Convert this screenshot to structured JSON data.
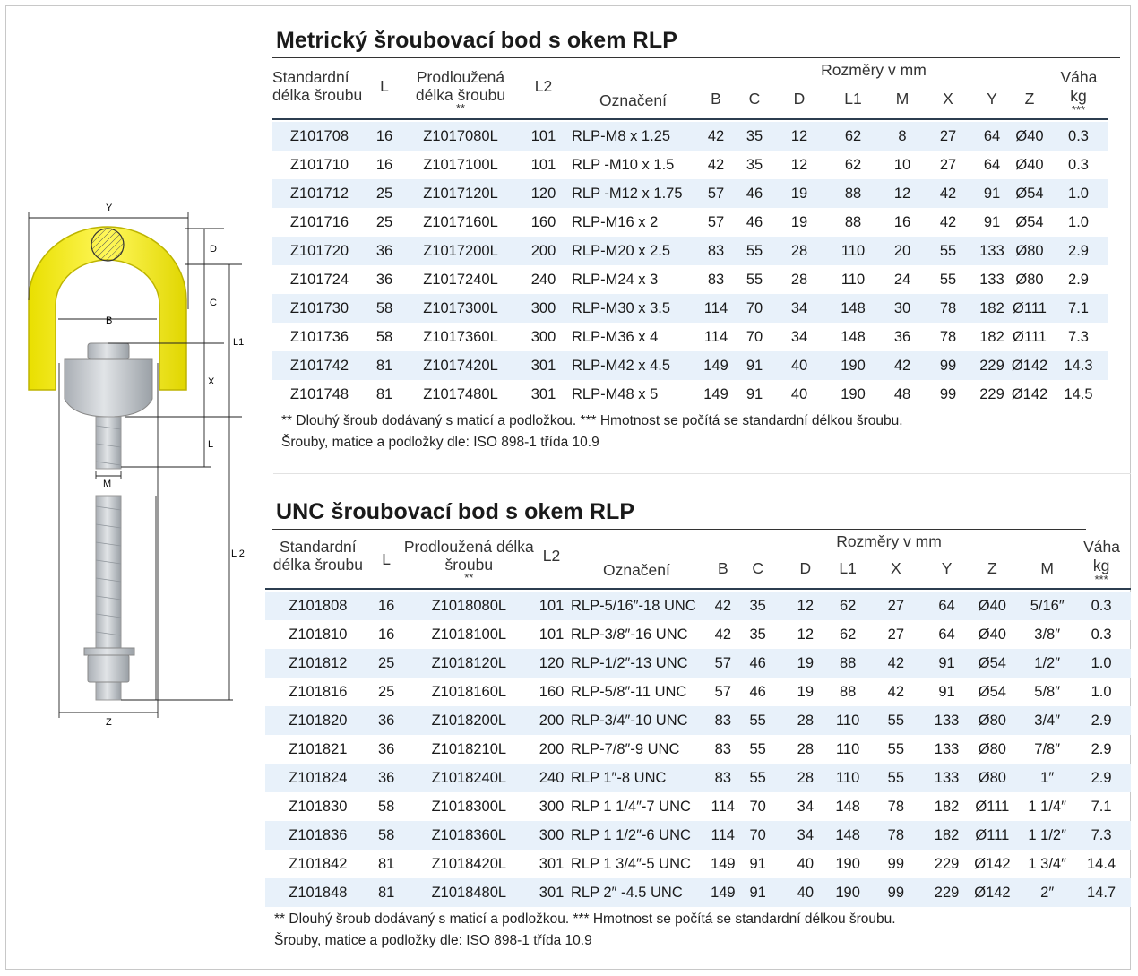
{
  "diagram": {
    "labels": {
      "y": "Y",
      "d": "D",
      "c": "C",
      "b": "B",
      "l1": "L1",
      "x": "X",
      "l": "L",
      "m": "M",
      "l2": "L 2",
      "z": "Z"
    },
    "colors": {
      "ring": "#f5ec1a",
      "ring_edge": "#c8c000",
      "metal": "#c9cdd2",
      "metal_dark": "#9aa0a6"
    }
  },
  "metric": {
    "title": "Metrický šroubovací bod s okem RLP",
    "headers": {
      "std_length": "Standardní délka šroubu",
      "l": "L",
      "ext_length": "Prodloužená délka šroubu",
      "ext_stars": "**",
      "l2": "L2",
      "designation": "Označení",
      "dims_group": "Rozměry v mm",
      "b": "B",
      "c": "C",
      "d": "D",
      "l1": "L1",
      "m": "M",
      "x": "X",
      "y": "Y",
      "z": "Z",
      "weight": "Váha kg",
      "weight_stars": "***"
    },
    "rows": [
      [
        "Z101708",
        "16",
        "Z1017080L",
        "101",
        "RLP-M8 x 1.25",
        "42",
        "35",
        "12",
        "62",
        "8",
        "27",
        "64",
        "Ø40",
        "0.3"
      ],
      [
        "Z101710",
        "16",
        "Z1017100L",
        "101",
        "RLP -M10 x 1.5",
        "42",
        "35",
        "12",
        "62",
        "10",
        "27",
        "64",
        "Ø40",
        "0.3"
      ],
      [
        "Z101712",
        "25",
        "Z1017120L",
        "120",
        "RLP -M12 x 1.75",
        "57",
        "46",
        "19",
        "88",
        "12",
        "42",
        "91",
        "Ø54",
        "1.0"
      ],
      [
        "Z101716",
        "25",
        "Z1017160L",
        "160",
        "RLP-M16 x 2",
        "57",
        "46",
        "19",
        "88",
        "16",
        "42",
        "91",
        "Ø54",
        "1.0"
      ],
      [
        "Z101720",
        "36",
        "Z1017200L",
        "200",
        "RLP-M20 x 2.5",
        "83",
        "55",
        "28",
        "110",
        "20",
        "55",
        "133",
        "Ø80",
        "2.9"
      ],
      [
        "Z101724",
        "36",
        "Z1017240L",
        "240",
        "RLP-M24 x 3",
        "83",
        "55",
        "28",
        "110",
        "24",
        "55",
        "133",
        "Ø80",
        "2.9"
      ],
      [
        "Z101730",
        "58",
        "Z1017300L",
        "300",
        "RLP-M30 x 3.5",
        "114",
        "70",
        "34",
        "148",
        "30",
        "78",
        "182",
        "Ø111",
        "7.1"
      ],
      [
        "Z101736",
        "58",
        "Z1017360L",
        "300",
        "RLP-M36 x 4",
        "114",
        "70",
        "34",
        "148",
        "36",
        "78",
        "182",
        "Ø111",
        "7.3"
      ],
      [
        "Z101742",
        "81",
        "Z1017420L",
        "301",
        "RLP-M42 x 4.5",
        "149",
        "91",
        "40",
        "190",
        "42",
        "99",
        "229",
        "Ø142",
        "14.3"
      ],
      [
        "Z101748",
        "81",
        "Z1017480L",
        "301",
        "RLP-M48 x 5",
        "149",
        "91",
        "40",
        "190",
        "48",
        "99",
        "229",
        "Ø142",
        "14.5"
      ]
    ],
    "note1": "** Dlouhý šroub dodávaný s maticí a podložkou.  *** Hmotnost se počítá se standardní délkou šroubu.",
    "note2": "Šrouby, matice a podložky dle: ISO 898-1 třída 10.9"
  },
  "unc": {
    "title": "UNC šroubovací bod s okem RLP",
    "headers": {
      "std_length": "Standardní délka šroubu",
      "l": "L",
      "ext_length": "Prodloužená délka šroubu",
      "ext_stars": "**",
      "l2": "L2",
      "designation": "Označení",
      "dims_group": "Rozměry v mm",
      "b": "B",
      "c": "C",
      "d": "D",
      "l1": "L1",
      "x": "X",
      "y": "Y",
      "z": "Z",
      "m": "M",
      "weight": "Váha kg",
      "weight_stars": "***"
    },
    "rows": [
      [
        "Z101808",
        "16",
        "Z1018080L",
        "101",
        "RLP-5/16″-18 UNC",
        "42",
        "35",
        "12",
        "62",
        "27",
        "64",
        "Ø40",
        "5/16″",
        "0.3"
      ],
      [
        "Z101810",
        "16",
        "Z1018100L",
        "101",
        "RLP-3/8″-16 UNC",
        "42",
        "35",
        "12",
        "62",
        "27",
        "64",
        "Ø40",
        "3/8″",
        "0.3"
      ],
      [
        "Z101812",
        "25",
        "Z1018120L",
        "120",
        "RLP-1/2″-13 UNC",
        "57",
        "46",
        "19",
        "88",
        "42",
        "91",
        "Ø54",
        "1/2″",
        "1.0"
      ],
      [
        "Z101816",
        "25",
        "Z1018160L",
        "160",
        "RLP-5/8″-11 UNC",
        "57",
        "46",
        "19",
        "88",
        "42",
        "91",
        "Ø54",
        "5/8″",
        "1.0"
      ],
      [
        "Z101820",
        "36",
        "Z1018200L",
        "200",
        "RLP-3/4″-10 UNC",
        "83",
        "55",
        "28",
        "110",
        "55",
        "133",
        "Ø80",
        "3/4″",
        "2.9"
      ],
      [
        "Z101821",
        "36",
        "Z1018210L",
        "200",
        "RLP-7/8″-9 UNC",
        "83",
        "55",
        "28",
        "110",
        "55",
        "133",
        "Ø80",
        "7/8″",
        "2.9"
      ],
      [
        "Z101824",
        "36",
        "Z1018240L",
        "240",
        "RLP 1″-8 UNC",
        "83",
        "55",
        "28",
        "110",
        "55",
        "133",
        "Ø80",
        "1″",
        "2.9"
      ],
      [
        "Z101830",
        "58",
        "Z1018300L",
        "300",
        "RLP 1 1/4″-7 UNC",
        "114",
        "70",
        "34",
        "148",
        "78",
        "182",
        "Ø111",
        "1 1/4″",
        "7.1"
      ],
      [
        "Z101836",
        "58",
        "Z1018360L",
        "300",
        "RLP 1 1/2″-6 UNC",
        "114",
        "70",
        "34",
        "148",
        "78",
        "182",
        "Ø111",
        "1 1/2″",
        "7.3"
      ],
      [
        "Z101842",
        "81",
        "Z1018420L",
        "301",
        "RLP 1 3/4″-5 UNC",
        "149",
        "91",
        "40",
        "190",
        "99",
        "229",
        "Ø142",
        "1 3/4″",
        "14.4"
      ],
      [
        "Z101848",
        "81",
        "Z1018480L",
        "301",
        "RLP 2″ -4.5 UNC",
        "149",
        "91",
        "40",
        "190",
        "99",
        "229",
        "Ø142",
        "2″",
        "14.7"
      ]
    ],
    "note1": "** Dlouhý šroub dodávaný s maticí a podložkou.  *** Hmotnost se počítá se standardní délkou šroubu.",
    "note2": "Šrouby, matice a podložky dle: ISO 898-1 třída 10.9"
  }
}
